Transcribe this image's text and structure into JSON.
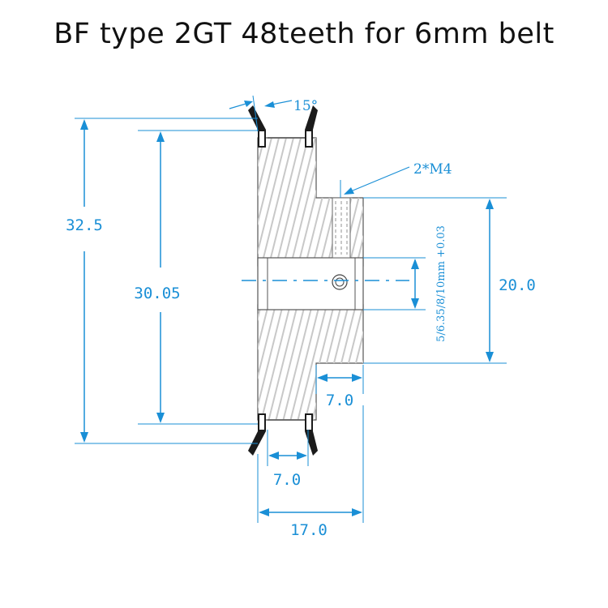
{
  "title": "BF type 2GT 48teeth for 6mm belt",
  "colors": {
    "dimension": "#1a8fd6",
    "outline": "#555555",
    "hatch": "#c8c8c8",
    "flange": "#111111"
  },
  "dimensions": {
    "flange_angle": "15°",
    "set_screw": "2*M4",
    "outer_diameter": "32.5",
    "pitch_diameter": "30.05",
    "hub_diameter": "20.0",
    "bore": "5/6.35/8/10mm +0.03",
    "hub_length": "7.0",
    "belt_width": "7.0",
    "total_length": "17.0"
  }
}
